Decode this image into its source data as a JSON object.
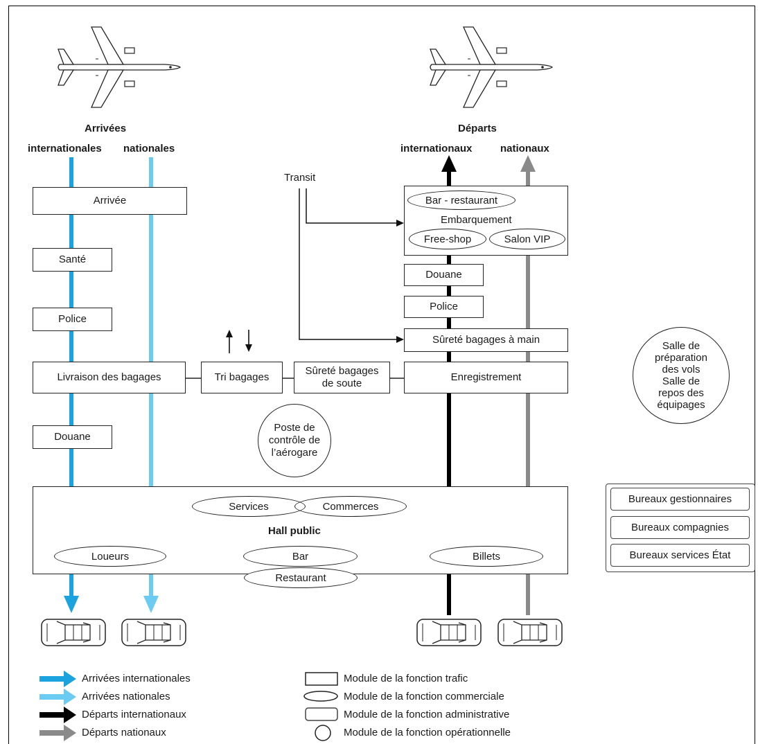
{
  "planes": {
    "arrivals_title": "Arrivées",
    "departures_title": "Départs"
  },
  "flows": {
    "arr_intl": "internationales",
    "arr_nat": "nationales",
    "dep_intl": "internationaux",
    "dep_nat": "nationaux",
    "colors": {
      "arr_intl": "#1aa3df",
      "arr_nat": "#6ccbf2",
      "dep_intl": "#000000",
      "dep_nat": "#8a8a8a"
    }
  },
  "transit": "Transit",
  "arrival_chain": {
    "arrivee": "Arrivée",
    "sante": "Santé",
    "police": "Police",
    "livraison": "Livraison des bagages",
    "douane": "Douane"
  },
  "middle": {
    "tri": "Tri bagages",
    "surete_soute_1": "Sûreté bagages",
    "surete_soute_2": "de soute",
    "poste_1": "Poste de",
    "poste_2": "contrôle de",
    "poste_3": "l’aérogare"
  },
  "departure_chain": {
    "bar_restaurant": "Bar - restaurant",
    "embarquement": "Embarquement",
    "free_shop": "Free-shop",
    "salon_vip": "Salon VIP",
    "douane": "Douane",
    "police": "Police",
    "surete_main": "Sûreté bagages à main",
    "enregistrement": "Enregistrement"
  },
  "crew_room": {
    "line1": "Salle de",
    "line2": "préparation",
    "line3": "des vols",
    "line4": "Salle de",
    "line5": "repos des",
    "line6": "équipages"
  },
  "hall": {
    "title": "Hall public",
    "services": "Services",
    "commerces": "Commerces",
    "loueurs": "Loueurs",
    "bar": "Bar",
    "billets": "Billets",
    "restaurant": "Restaurant"
  },
  "offices": {
    "gestionnaires": "Bureaux gestionnaires",
    "compagnies": "Bureaux compagnies",
    "etat": "Bureaux services État"
  },
  "legend": {
    "arr_intl": "Arrivées internationales",
    "arr_nat": "Arrivées nationales",
    "dep_intl": "Départs internationaux",
    "dep_nat": "Départs nationaux",
    "trafic": "Module de la fonction trafic",
    "commerciale": "Module de la fonction commerciale",
    "administrative": "Module de la fonction administrative",
    "operationnelle": "Module de la fonction opérationnelle"
  }
}
